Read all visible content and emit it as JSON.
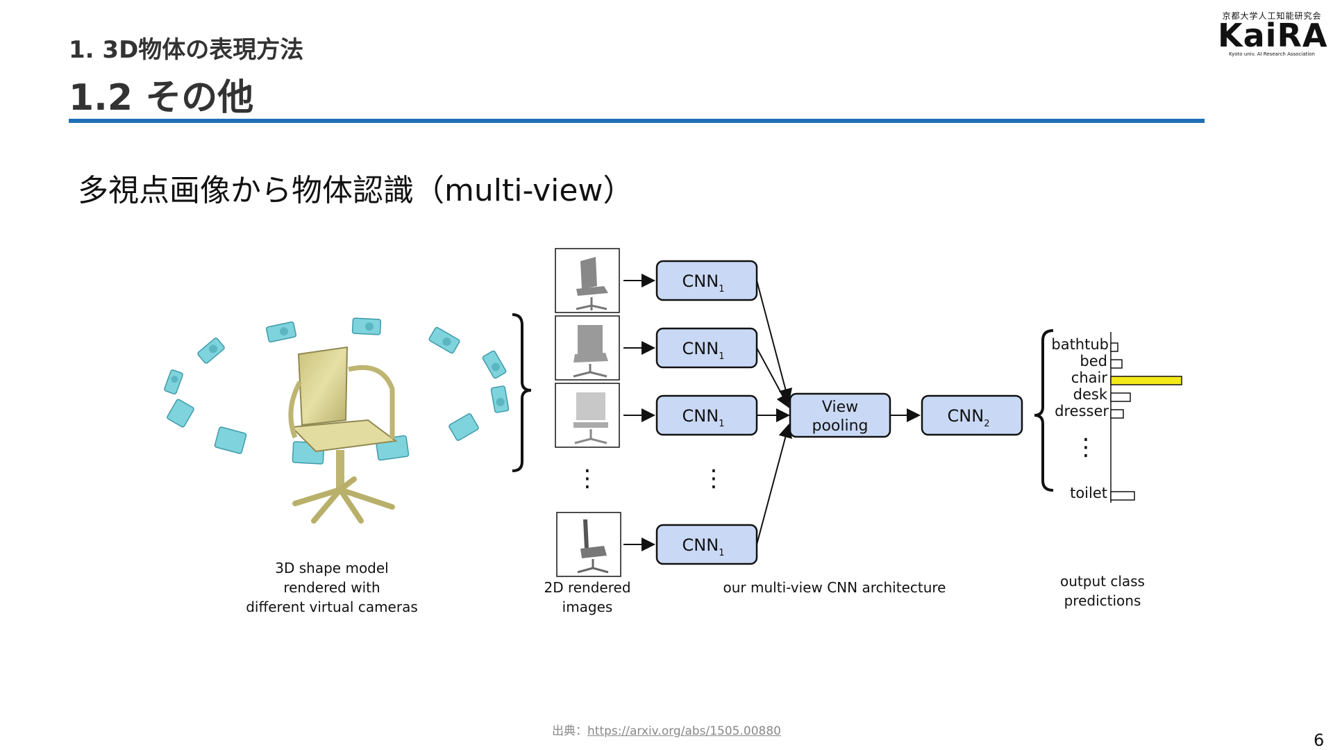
{
  "header": {
    "section": "1. 3D物体の表現方法",
    "title": "1.2 その他"
  },
  "logo": {
    "top": "京都大学人工知能研究会",
    "main": "KaiRA",
    "sub": "Kyoto univ. AI Research Association"
  },
  "bullet": "多視点画像から物体認識（multi-view）",
  "figure": {
    "cnn1_label": "CNN",
    "cnn1_sub": "1",
    "cnn2_label": "CNN",
    "cnn2_sub": "2",
    "pool_line1": "View",
    "pool_line2": "pooling",
    "class_labels": [
      "bathtub",
      "bed",
      "chair",
      "desk",
      "dresser",
      "toilet"
    ],
    "class_values": [
      0.06,
      0.1,
      0.55,
      0.15,
      0.1,
      0.18
    ],
    "caption_model": [
      "3D shape model",
      "rendered with",
      "different virtual cameras"
    ],
    "caption_images": [
      "2D rendered",
      "images"
    ],
    "caption_arch": "our multi-view CNN architecture",
    "caption_output": [
      "output class",
      "predictions"
    ],
    "colors": {
      "cnn_fill": "#c9d9f5",
      "highlight_bar": "#f5ea18",
      "camera": "#7fd3dd",
      "chair": "#ddd796"
    }
  },
  "source": {
    "prefix": "出典：",
    "url": "https://arxiv.org/abs/1505.00880"
  },
  "page_number": "6"
}
